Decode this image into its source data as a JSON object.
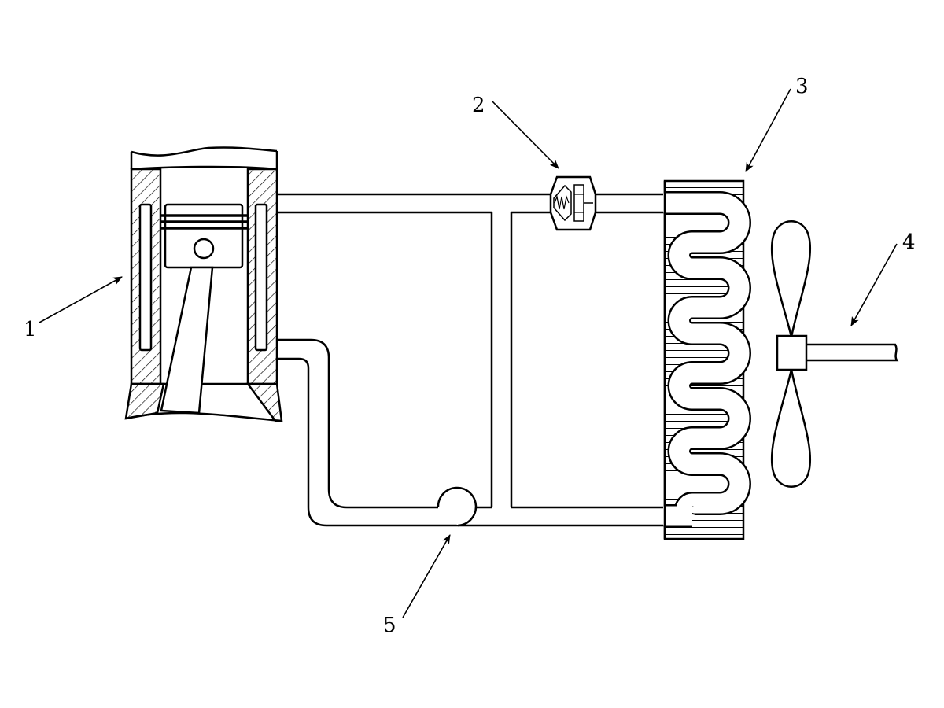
{
  "colors": {
    "line": "#000000",
    "background": "#ffffff"
  },
  "callouts": [
    {
      "label": "1",
      "part": "engine-cylinder"
    },
    {
      "label": "2",
      "part": "thermostat-valve"
    },
    {
      "label": "3",
      "part": "radiator"
    },
    {
      "label": "4",
      "part": "cooling-fan"
    },
    {
      "label": "5",
      "part": "water-pump"
    }
  ]
}
